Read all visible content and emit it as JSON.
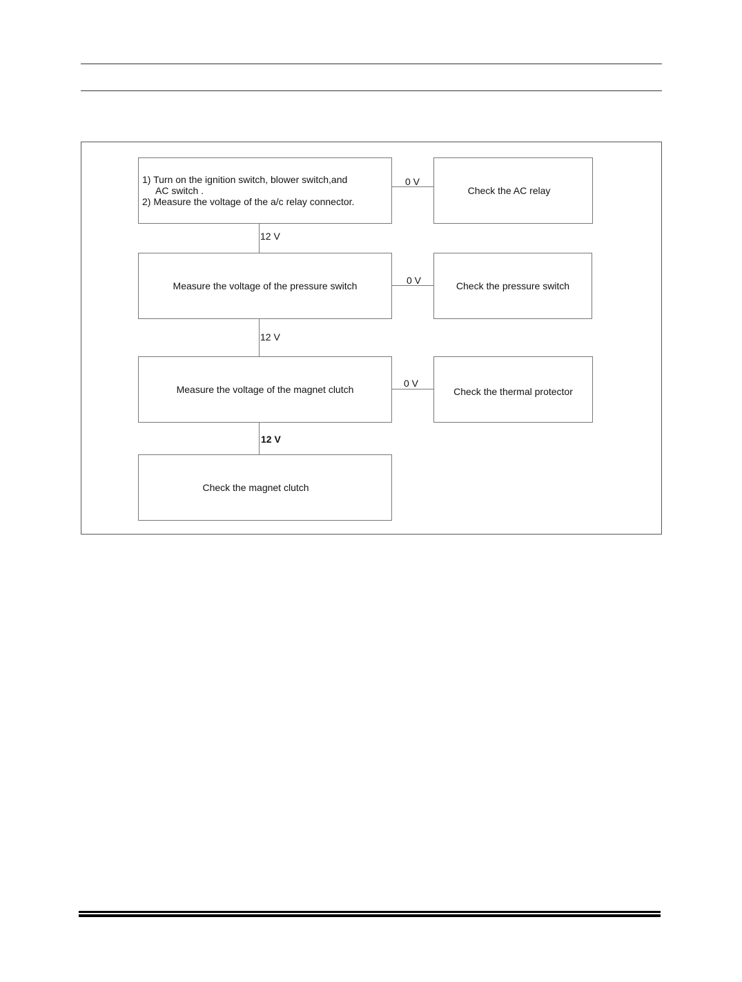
{
  "flowchart": {
    "step1": {
      "line1": "1) Turn on the ignition switch, blower switch,and",
      "line2": "AC switch .",
      "line3": "2) Measure  the voltage of  the  a/c  relay connector."
    },
    "step2": "Measure the voltage of  the pressure switch",
    "step3": "Measure the voltage of  the  magnet clutch",
    "step4": "Check  the magnet clutch",
    "branch1": "Check the AC relay",
    "branch2": "Check the pressure switch",
    "branch3": "Check the thermal protector",
    "labels": {
      "zero_v_1": "0 V",
      "zero_v_2": "0 V",
      "zero_v_3": "0 V",
      "twelve_v_1": "12 V",
      "twelve_v_2": "12 V",
      "twelve_v_3": "12 V"
    }
  }
}
